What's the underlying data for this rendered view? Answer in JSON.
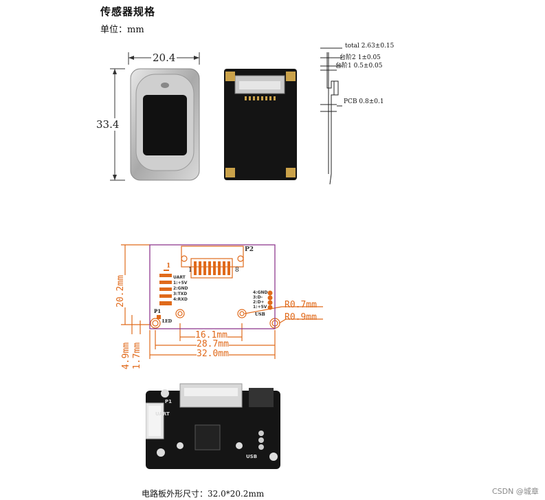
{
  "title": "传感器规格",
  "unit_line": "单位：mm",
  "sensor": {
    "width_label": "20.4",
    "height_label": "33.4"
  },
  "side_view": {
    "total": "total 2.63±0.15",
    "step2": "台阶2 1±0.05",
    "step1": "台阶1 0.5±0.05",
    "pcb": "PCB 0.8±0.1"
  },
  "board_drawing": {
    "p2_label": "P2",
    "p1_label": "P1",
    "pin_first": "1",
    "pin_last": "8",
    "pin_mark": "1",
    "uart_lines": [
      "UART",
      "1:+5V",
      "2:GND",
      "3:TXD",
      "4:RXD"
    ],
    "usb_lines": [
      "4:GND",
      "3:D-",
      "2:D+",
      "1:+5V"
    ],
    "usb_label": "USB",
    "led_label": "LED",
    "r_small": "R0.7mm",
    "r_large": "R0.9mm",
    "dim_161": "16.1mm",
    "dim_287": "28.7mm",
    "dim_320": "32.0mm",
    "dim_202": "20.2mm",
    "dim_49": "4.9mm",
    "dim_17": "1.7mm"
  },
  "photo_board": {
    "uart_label": "UART",
    "p1_label": "P1",
    "usb_label": "USB"
  },
  "caption": "电路板外形尺寸：32.0*20.2mm",
  "footer": "CSDN @城章"
}
